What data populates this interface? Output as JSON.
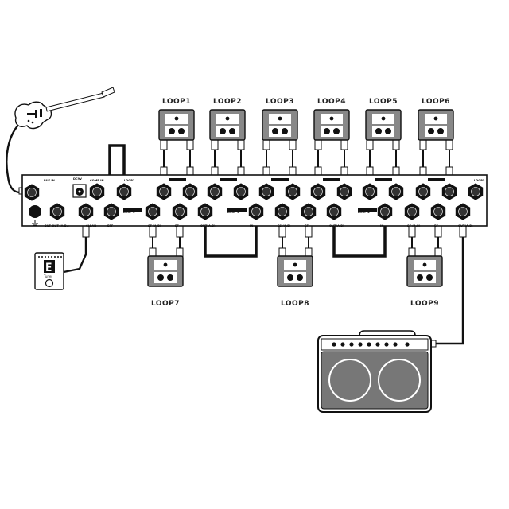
{
  "pedals_top": [
    {
      "id": "loop1",
      "label": "LOOP1"
    },
    {
      "id": "loop2",
      "label": "LOOP2"
    },
    {
      "id": "loop3",
      "label": "LOOP3"
    },
    {
      "id": "loop4",
      "label": "LOOP4"
    },
    {
      "id": "loop5",
      "label": "LOOP5"
    },
    {
      "id": "loop6",
      "label": "LOOP6"
    }
  ],
  "pedals_bottom": [
    {
      "id": "loop7",
      "label": "LOOP7"
    },
    {
      "id": "loop8",
      "label": "LOOP8"
    },
    {
      "id": "loop9",
      "label": "LOOP9"
    }
  ],
  "panel": {
    "left_labels": {
      "buf_in": "BUF IN",
      "dc": "DC9V",
      "comp_in": "COMP IN",
      "loop1": "LOOP1",
      "buf_out": "BUF OUT (A.B.)",
      "clean": "CLEAN",
      "eff": "EFF"
    },
    "jack_labels": {
      "loop2": "LOOP 2",
      "loop7_send_ret": "SF (A.B)",
      "loop7_ret": "EF",
      "out_a": "OUT(A.B)",
      "loop3": "LOOP 3",
      "in": "IN",
      "loop8_send_ret": "SS (A.B)",
      "loop8_ret": "EF",
      "out_b": "OUT(A.B)",
      "loop4": "LOOP 4",
      "in2": "IN",
      "loop9_send_ret": "SF (A.B)",
      "loop9_ret": "EF",
      "out_c": "OUT(A.B)",
      "loop5": "LOOP5"
    }
  },
  "tuner": {
    "note": "E",
    "label": "Tuner"
  }
}
